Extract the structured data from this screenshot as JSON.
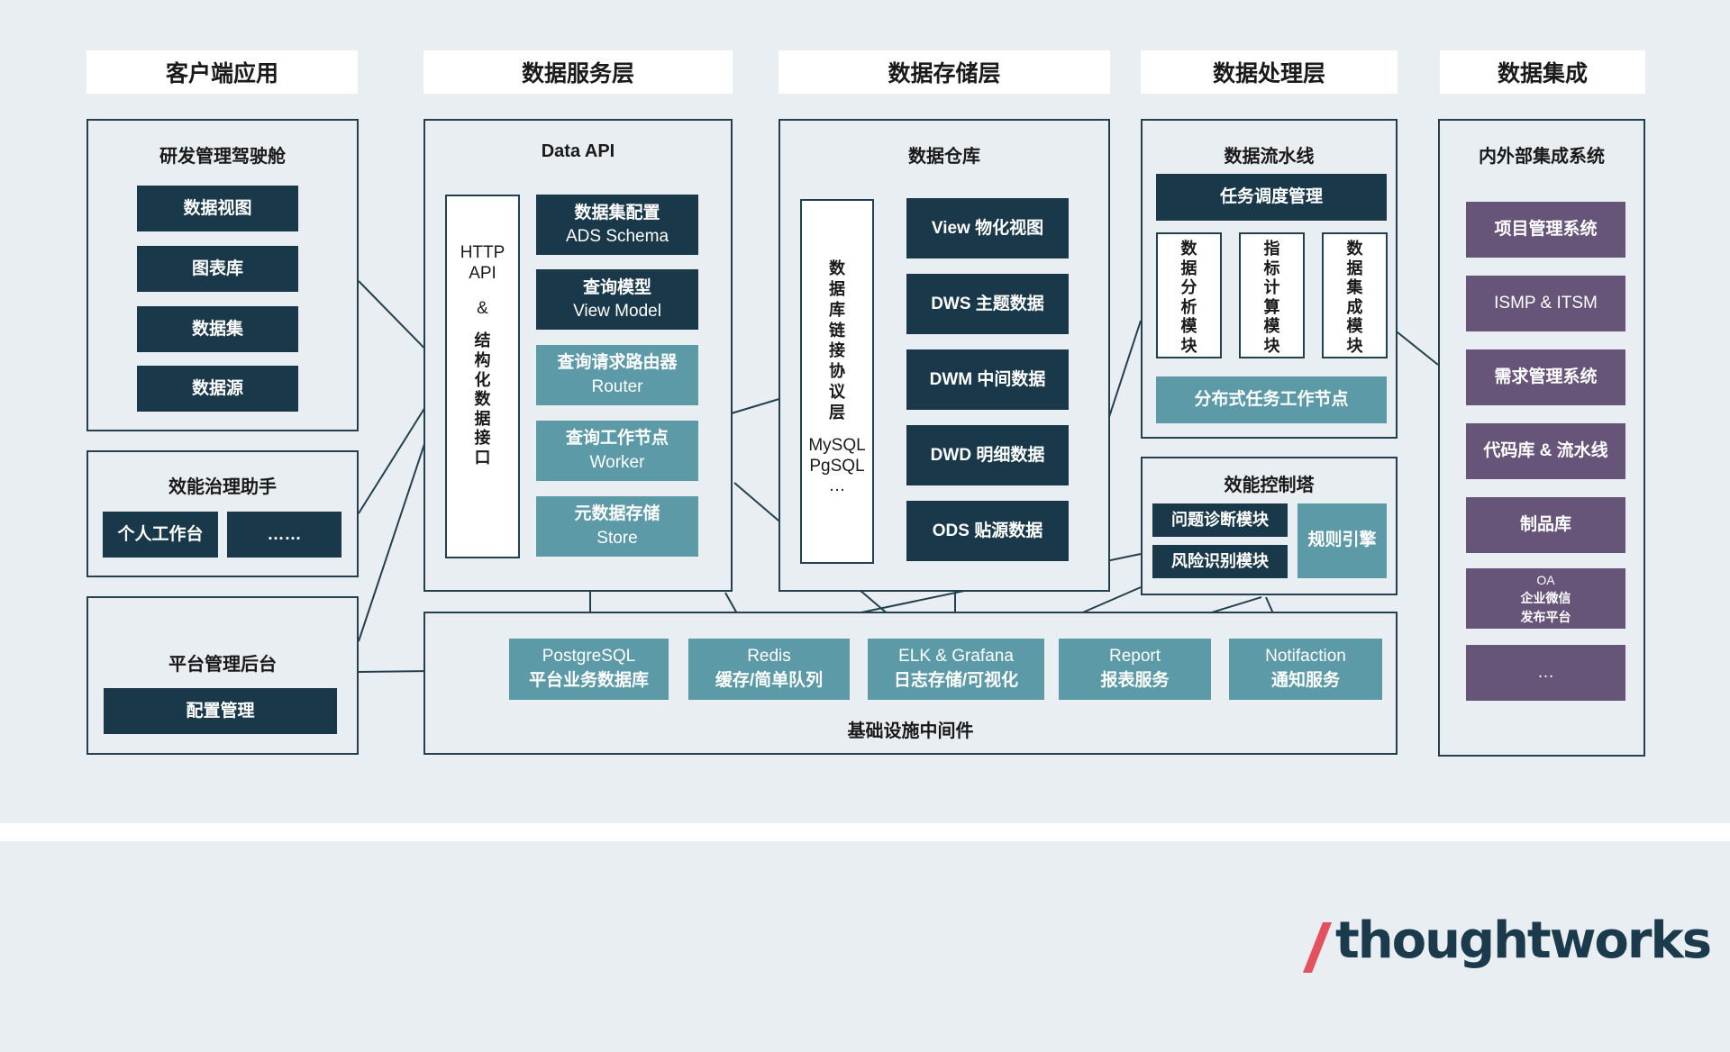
{
  "headers": {
    "client": "客户端应用",
    "service": "数据服务层",
    "storage": "数据存储层",
    "processing": "数据处理层",
    "integration": "数据集成"
  },
  "client": {
    "cockpit": {
      "title": "研发管理驾驶舱",
      "items": [
        "数据视图",
        "图表库",
        "数据集",
        "数据源"
      ]
    },
    "assistant": {
      "title": "效能治理助手",
      "items": [
        "个人工作台",
        "……"
      ]
    },
    "admin": {
      "title": "平台管理后台",
      "items": [
        "配置管理"
      ]
    }
  },
  "service": {
    "title": "Data API",
    "http_api": {
      "line1": "HTTP",
      "line2": "API",
      "amp": "&",
      "vertical": [
        "结",
        "构",
        "化",
        "数",
        "据",
        "接",
        "口"
      ]
    },
    "modules": [
      {
        "line1": "数据集配置",
        "line2": "ADS Schema"
      },
      {
        "line1": "查询模型",
        "line2": "View Model"
      },
      {
        "line1": "查询请求路由器",
        "line2": "Router"
      },
      {
        "line1": "查询工作节点",
        "line2": "Worker"
      },
      {
        "line1": "元数据存储",
        "line2": "Store"
      }
    ]
  },
  "storage": {
    "title": "数据仓库",
    "protocol": {
      "vertical": [
        "数",
        "据",
        "库",
        "链",
        "接",
        "协",
        "议",
        "层"
      ],
      "line1": "MySQL",
      "line2": "PgSQL",
      "line3": "…"
    },
    "layers": [
      "View 物化视图",
      "DWS 主题数据",
      "DWM 中间数据",
      "DWD 明细数据",
      "ODS 贴源数据"
    ]
  },
  "processing": {
    "pipeline": {
      "title": "数据流水线",
      "scheduler": "任务调度管理",
      "modules": [
        [
          "数",
          "据",
          "分",
          "析",
          "模",
          "块"
        ],
        [
          "指",
          "标",
          "计",
          "算",
          "模",
          "块"
        ],
        [
          "数",
          "据",
          "集",
          "成",
          "模",
          "块"
        ]
      ],
      "worker": "分布式任务工作节点"
    },
    "tower": {
      "title": "效能控制塔",
      "items": [
        "问题诊断模块",
        "风险识别模块"
      ],
      "rules": "规则引擎"
    }
  },
  "integration": {
    "title": "内外部集成系统",
    "items": [
      "项目管理系统",
      "ISMP & ITSM",
      "需求管理系统",
      "代码库 & 流水线",
      "制品库"
    ],
    "oa": {
      "line1": "OA",
      "line2": "企业微信",
      "line3": "发布平台"
    },
    "more": "…"
  },
  "middleware": {
    "title": "基础设施中间件",
    "items": [
      {
        "line1": "PostgreSQL",
        "line2": "平台业务数据库"
      },
      {
        "line1": "Redis",
        "line2": "缓存/简单队列"
      },
      {
        "line1": "ELK & Grafana",
        "line2": "日志存储/可视化"
      },
      {
        "line1": "Report",
        "line2": "报表服务"
      },
      {
        "line1": "Notifaction",
        "line2": "通知服务"
      }
    ]
  },
  "logo": "thoughtworks",
  "colors": {
    "dark": "#19394a",
    "teal": "#5c9aa7",
    "purple": "#665579",
    "accent": "#e3505e"
  }
}
